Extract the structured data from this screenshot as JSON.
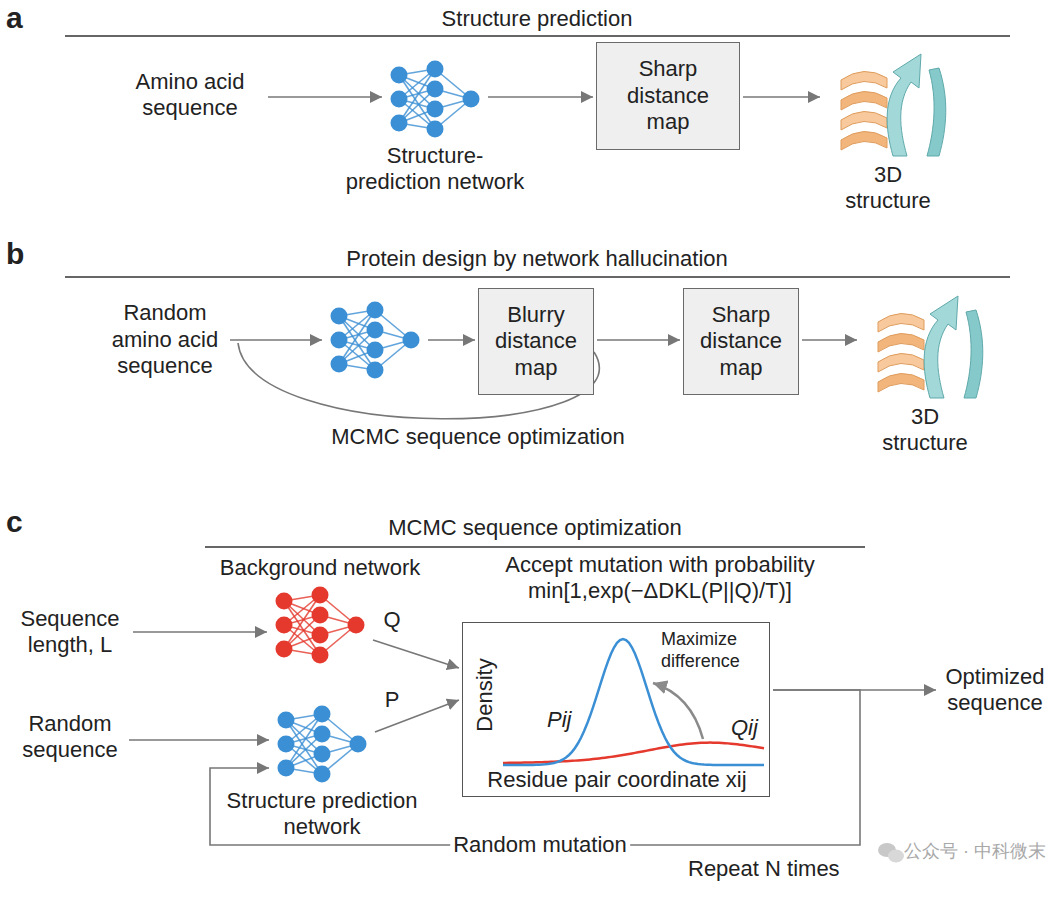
{
  "diagram": {
    "nodes": [
      {
        "text": [
          "Amino acid sequence"
        ]
      },
      {
        "text": [
          "Structure- prediction network"
        ]
      },
      {
        "text": [
          "Sharp distance map"
        ]
      },
      {
        "text": [
          "3D structure"
        ]
      },
      {
        "text": [
          "Random amino acid sequence"
        ]
      },
      {
        "text": [
          "Blurry distance map"
        ]
      },
      {
        "text": [
          "Sharp distance map"
        ]
      },
      {
        "text": [
          "3D structure"
        ]
      },
      {
        "text": [
          "Sequence length, L"
        ]
      },
      {
        "text": [
          "Background network"
        ]
      },
      {
        "text": [
          "Random sequence"
        ]
      },
      {
        "text": [
          "Structure prediction network"
        ]
      },
      {
        "text": [
          "Maximize difference",
          "Pij",
          "Qij",
          "Density",
          "Residue pair coordinate xij"
        ]
      },
      {
        "text": [
          "Optimized sequence"
        ]
      }
    ],
    "edges": [
      {
        "from": 0,
        "to": 1,
        "arrow": "to"
      },
      {
        "from": 1,
        "to": 2,
        "arrow": "to"
      },
      {
        "from": 2,
        "to": 3,
        "arrow": "to"
      },
      {
        "from": 5,
        "to": 6,
        "arrow": "to"
      },
      {
        "from": 6,
        "to": 7,
        "arrow": "to"
      },
      {
        "from": 8,
        "to": 9,
        "arrow": "to"
      },
      {
        "from": 10,
        "to": 11,
        "arrow": "to"
      },
      {
        "from": 9,
        "to": 12,
        "label": "Q",
        "arrow": "to"
      },
      {
        "from": 11,
        "to": 12,
        "label": "P",
        "arrow": "to"
      },
      {
        "from": 12,
        "to": 13,
        "arrow": "to"
      },
      {
        "from": 12,
        "to": 11,
        "label": "Random mutation",
        "arrow": "to"
      }
    ],
    "labels": [
      "a",
      "Structure prediction",
      "b",
      "Protein design by network hallucination",
      "MCMC sequence optimization",
      "c",
      "MCMC sequence optimization",
      "Accept mutation with probability min[1,exp(−ΔDKL(P||Q)/T)]",
      "Repeat N times",
      "公众号 · 中科微末"
    ]
  }
}
